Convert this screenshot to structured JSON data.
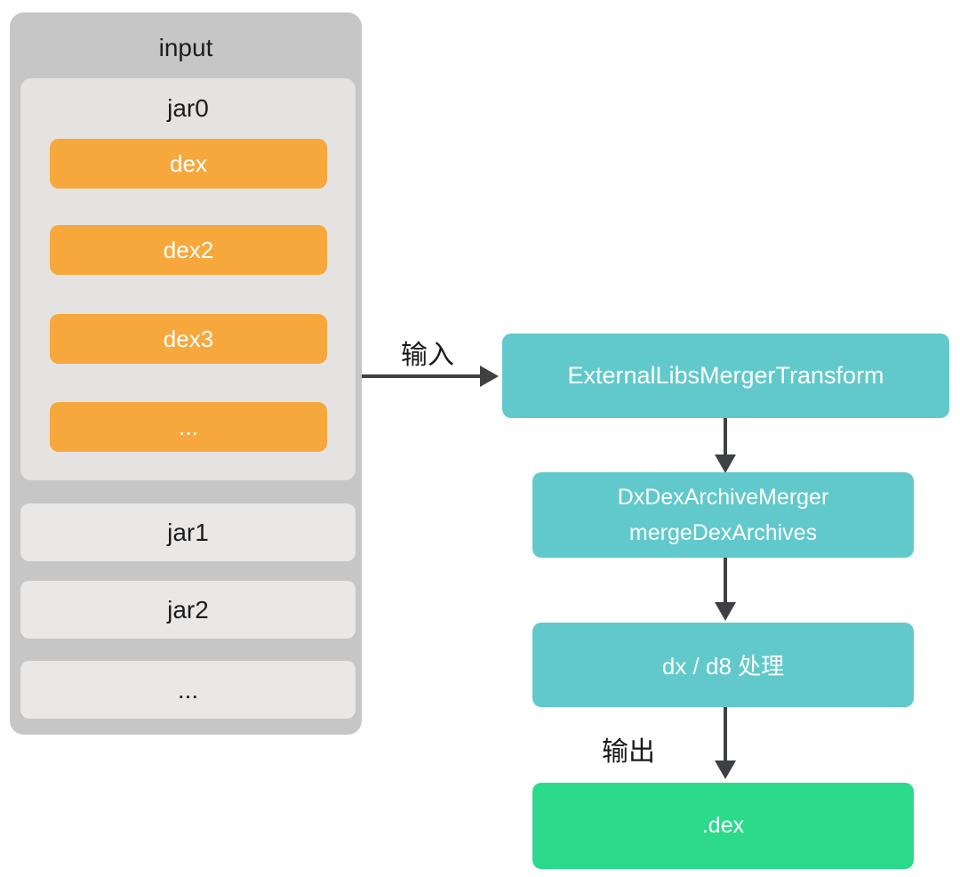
{
  "panel": {
    "title": "input",
    "jar0": {
      "title": "jar0",
      "dex_items": [
        "dex",
        "dex2",
        "dex3",
        "..."
      ]
    },
    "jar_items": [
      "jar1",
      "jar2",
      "..."
    ]
  },
  "flow": {
    "input_label": "输入",
    "output_label": "输出",
    "node1": "ExternalLibsMergerTransform",
    "node2_line1": "DxDexArchiveMerger",
    "node2_line2": "mergeDexArchives",
    "node3": "dx / d8 处理",
    "node4": ".dex"
  },
  "colors": {
    "panel_bg": "#c6c6c6",
    "jar_group_bg": "#e4e3e1",
    "jar_strip_bg": "#e9e8e6",
    "dex_item_bg": "#f6a83c",
    "process_node_bg": "#61c9cb",
    "output_node_bg": "#2bda8b",
    "arrow": "#3e4043",
    "node_text": "#ffffff",
    "label_text": "#1c1c1e"
  }
}
